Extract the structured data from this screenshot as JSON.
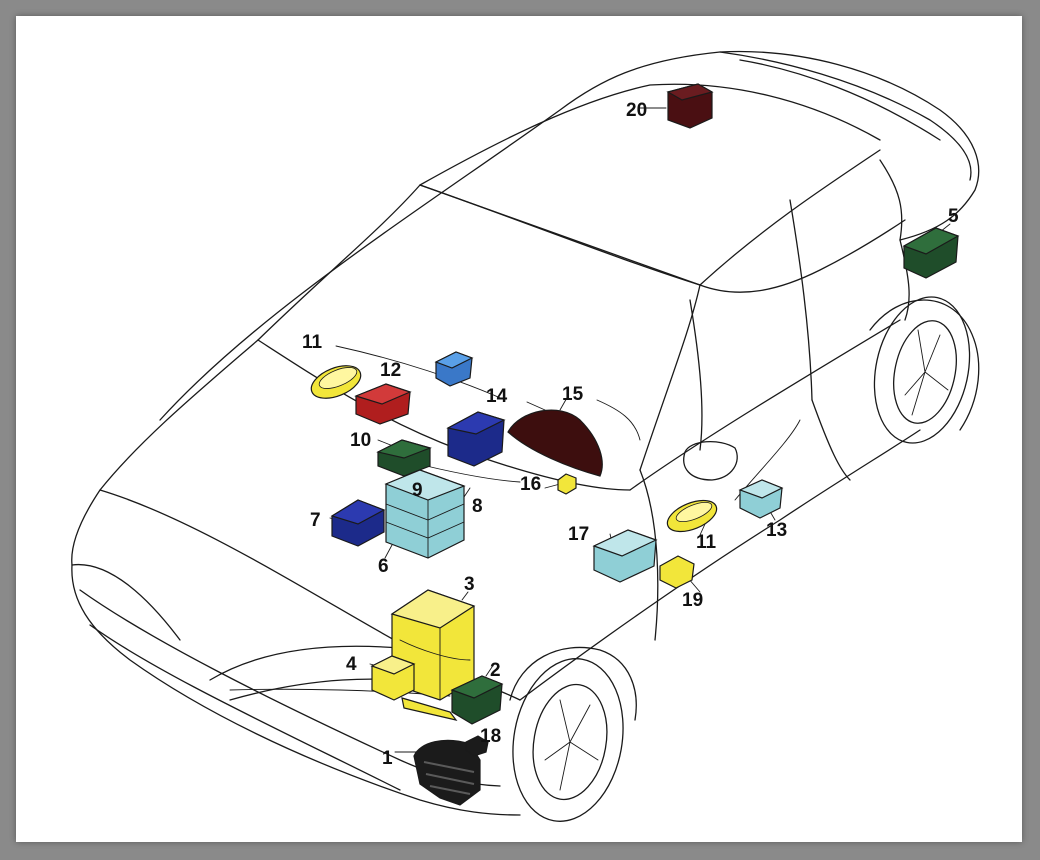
{
  "components": [
    {
      "id": "c1",
      "label": "1",
      "color": "#1b1b1b"
    },
    {
      "id": "c2",
      "label": "2",
      "color": "#1f4d2a"
    },
    {
      "id": "c3",
      "label": "3",
      "color": "#f2e63a"
    },
    {
      "id": "c4",
      "label": "4",
      "color": "#f2e63a"
    },
    {
      "id": "c5",
      "label": "5",
      "color": "#1f4d2a"
    },
    {
      "id": "c6",
      "label": "6",
      "color": "#8fcfd6"
    },
    {
      "id": "c7",
      "label": "7",
      "color": "#1c2a8a"
    },
    {
      "id": "c8",
      "label": "8",
      "color": "#8fcfd6"
    },
    {
      "id": "c9",
      "label": "9",
      "color": "#8fcfd6"
    },
    {
      "id": "c10",
      "label": "10",
      "color": "#1f4d2a"
    },
    {
      "id": "c11a",
      "label": "11",
      "color": "#f2e63a"
    },
    {
      "id": "c11b",
      "label": "11",
      "color": "#f2e63a"
    },
    {
      "id": "c12",
      "label": "12",
      "color": "#b01e1e"
    },
    {
      "id": "c13",
      "label": "13",
      "color": "#8fcfd6"
    },
    {
      "id": "c14",
      "label": "14",
      "color": "#1c2a8a"
    },
    {
      "id": "c15",
      "label": "15",
      "color": "#3d0e0e"
    },
    {
      "id": "c16",
      "label": "16",
      "color": "#f2e63a"
    },
    {
      "id": "c17",
      "label": "17",
      "color": "#8fcfd6"
    },
    {
      "id": "c18",
      "label": "18",
      "color": "#1b1b1b"
    },
    {
      "id": "c19",
      "label": "19",
      "color": "#f2e63a"
    },
    {
      "id": "c20",
      "label": "20",
      "color": "#4a0f12"
    },
    {
      "id": "c12b",
      "label": "",
      "color": "#3a78c8"
    }
  ]
}
